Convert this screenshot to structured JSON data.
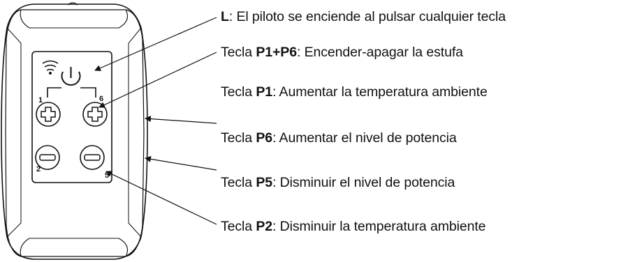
{
  "remote": {
    "key_markers": {
      "p1": "1",
      "p2": "2",
      "p5": "5",
      "p6": "6"
    }
  },
  "labels": [
    {
      "id": "L",
      "prefix": "",
      "key": "L",
      "text": ": El piloto se enciende al pulsar cualquier tecla"
    },
    {
      "id": "P1P6",
      "prefix": "Tecla ",
      "key": "P1+P6",
      "text": ": Encender-apagar la estufa"
    },
    {
      "id": "P1",
      "prefix": "Tecla ",
      "key": "P1",
      "text": ": Aumentar la temperatura ambiente"
    },
    {
      "id": "P6",
      "prefix": "Tecla ",
      "key": "P6",
      "text": ": Aumentar el nivel de potencia"
    },
    {
      "id": "P5",
      "prefix": "Tecla ",
      "key": "P5",
      "text": ": Disminuir el nivel de potencia"
    },
    {
      "id": "P2",
      "prefix": "Tecla ",
      "key": "P2",
      "text": ": Disminuir la temperatura ambiente"
    }
  ],
  "colors": {
    "ink": "#111111",
    "body_fill": "#ffffff"
  },
  "icons": [
    "wifi-signal-icon",
    "power-icon",
    "plus-icon",
    "minus-icon"
  ]
}
